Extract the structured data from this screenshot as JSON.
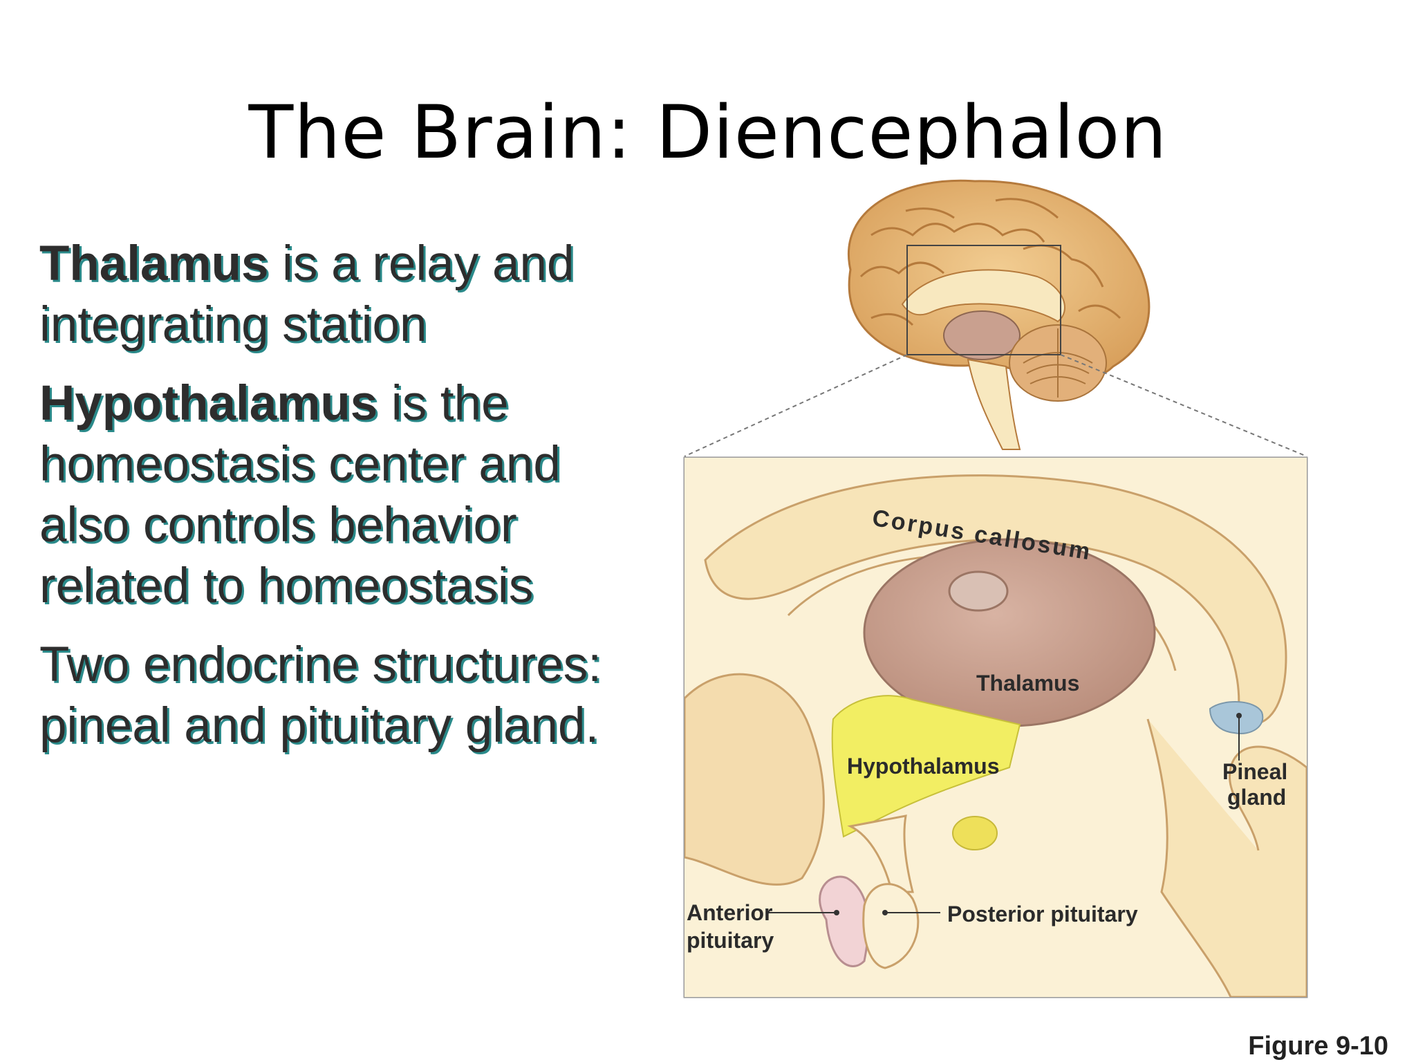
{
  "slide": {
    "title": "The Brain: Diencephalon",
    "figure_number": "Figure 9-10"
  },
  "bullets": [
    {
      "bold": "Thalamus",
      "rest": " is a relay and integrating station"
    },
    {
      "bold": "Hypothalamus",
      "rest": " is the homeostasis center and also controls behavior related to homeostasis"
    },
    {
      "bold": "",
      "rest": "Two endocrine structures: pineal and pituitary gland."
    }
  ],
  "diagram": {
    "labels": {
      "corpus_callosum": "Corpus callosum",
      "thalamus": "Thalamus",
      "hypothalamus": "Hypothalamus",
      "pineal_line1": "Pineal",
      "pineal_line2": "gland",
      "anterior_line1": "Anterior",
      "anterior_line2": "pituitary",
      "posterior": "Posterior pituitary"
    },
    "colors": {
      "tissue_cream": "#f8e8bf",
      "brain_tan": "#e7b877",
      "thalamus_brown": "#c9a08f",
      "hypothalamus_yellow": "#f2ee63",
      "pineal_blue": "#a9c6d9",
      "anterior_pink": "#f2d3d5"
    }
  }
}
